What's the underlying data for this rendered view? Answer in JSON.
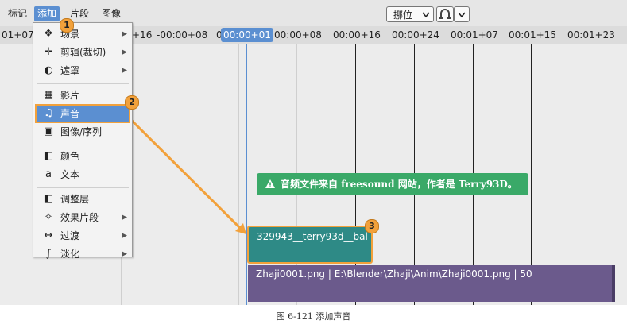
{
  "menubar": {
    "items": [
      "标记",
      "添加",
      "片段",
      "图像"
    ],
    "active_index": 1
  },
  "toolbar": {
    "mode_select": "挪位",
    "snap_icon": "magnet-icon",
    "dropdown_glyph": "chevron-down-icon"
  },
  "ruler": {
    "ticks": [
      "01+07",
      "+16",
      "-00:00+08",
      "0",
      "00:00+08",
      "00:00+16",
      "00:00+24",
      "00:01+07",
      "00:01+15",
      "00:01+23"
    ],
    "playhead": "00:00+01"
  },
  "add_menu": {
    "groups": [
      [
        {
          "icon": "scene-icon",
          "label": "场景",
          "submenu": true
        },
        {
          "icon": "clip-icon",
          "label": "剪辑(裁切)",
          "submenu": true
        },
        {
          "icon": "mask-icon",
          "label": "遮罩",
          "submenu": true
        }
      ],
      [
        {
          "icon": "movie-icon",
          "label": "影片",
          "submenu": false
        },
        {
          "icon": "sound-icon",
          "label": "声音",
          "submenu": false
        },
        {
          "icon": "image-icon",
          "label": "图像/序列",
          "submenu": false
        }
      ],
      [
        {
          "icon": "color-icon",
          "label": "颜色",
          "submenu": false
        },
        {
          "icon": "text-icon",
          "label": "文本",
          "submenu": false
        }
      ],
      [
        {
          "icon": "adjustment-icon",
          "label": "调整层",
          "submenu": false
        },
        {
          "icon": "effect-icon",
          "label": "效果片段",
          "submenu": true
        },
        {
          "icon": "transition-icon",
          "label": "过渡",
          "submenu": true
        },
        {
          "icon": "fade-icon",
          "label": "淡化",
          "submenu": true
        }
      ]
    ],
    "highlighted": "声音"
  },
  "annotations": {
    "badge1": "1",
    "badge2": "2",
    "badge3": "3"
  },
  "notice": {
    "icon": "warning-icon",
    "text": "音频文件来自 freesound 网站，作者是 Terry93D。"
  },
  "strips": {
    "sound": "329943__terry93d__bal",
    "image": "Zhaji0001.png | E:\\Blender\\Zhaji\\Anim\\Zhaji0001.png | 50"
  },
  "caption": "图 6-121 添加声音",
  "colors": {
    "highlight": "#5b8fd1",
    "annotation_orange": "#f2a13b",
    "sound_strip": "#2e8a86",
    "image_strip": "#6b5a8c",
    "notice_green": "#3aa968"
  }
}
